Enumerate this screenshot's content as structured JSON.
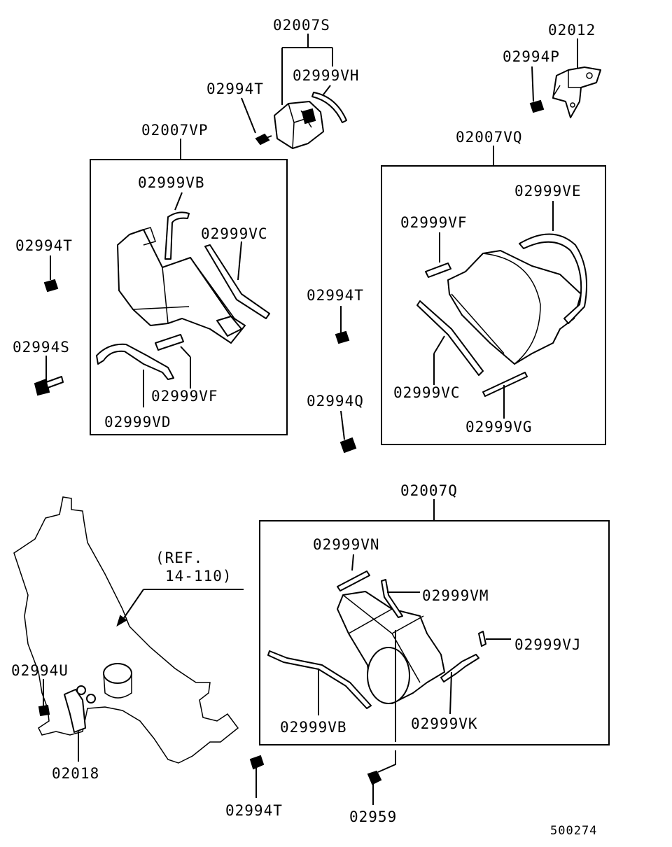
{
  "labels": {
    "l_02007S": "02007S",
    "l_02999VH": "02999VH",
    "l_02994T_top": "02994T",
    "l_02012": "02012",
    "l_02994P": "02994P",
    "l_02007VP": "02007VP",
    "l_02007VQ": "02007VQ",
    "l_02999VB_1": "02999VB",
    "l_02999VC_1": "02999VC",
    "l_02994T_left": "02994T",
    "l_02994S": "02994S",
    "l_02999VF_1": "02999VF",
    "l_02999VD": "02999VD",
    "l_02999VE": "02999VE",
    "l_02999VF_2": "02999VF",
    "l_02994T_mid": "02994T",
    "l_02999VC_2": "02999VC",
    "l_02994Q": "02994Q",
    "l_02999VG": "02999VG",
    "l_02007Q": "02007Q",
    "l_02999VN": "02999VN",
    "l_02999VM": "02999VM",
    "l_02999VJ": "02999VJ",
    "l_02999VB_2": "02999VB",
    "l_02999VK": "02999VK",
    "l_ref_1": "(REF.",
    "l_ref_2": "14-110)",
    "l_02994U": "02994U",
    "l_02018": "02018",
    "l_02994T_bot": "02994T",
    "l_02959": "02959",
    "l_diagram_no": "500274"
  }
}
